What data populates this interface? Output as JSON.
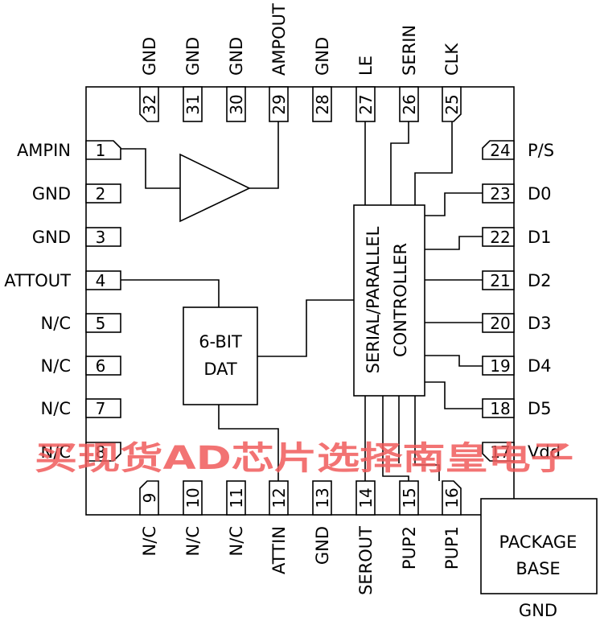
{
  "pins": {
    "left": [
      {
        "num": "1",
        "name": "AMPIN"
      },
      {
        "num": "2",
        "name": "GND"
      },
      {
        "num": "3",
        "name": "GND"
      },
      {
        "num": "4",
        "name": "ATTOUT"
      },
      {
        "num": "5",
        "name": "N/C"
      },
      {
        "num": "6",
        "name": "N/C"
      },
      {
        "num": "7",
        "name": "N/C"
      },
      {
        "num": "8",
        "name": "N/C"
      }
    ],
    "bottom": [
      {
        "num": "9",
        "name": "N/C"
      },
      {
        "num": "10",
        "name": "N/C"
      },
      {
        "num": "11",
        "name": "N/C"
      },
      {
        "num": "12",
        "name": "ATTIN"
      },
      {
        "num": "13",
        "name": "GND"
      },
      {
        "num": "14",
        "name": "SEROUT"
      },
      {
        "num": "15",
        "name": "PUP2"
      },
      {
        "num": "16",
        "name": "PUP1"
      }
    ],
    "right": [
      {
        "num": "17",
        "name": "Vdd"
      },
      {
        "num": "18",
        "name": "D5"
      },
      {
        "num": "19",
        "name": "D4"
      },
      {
        "num": "20",
        "name": "D3"
      },
      {
        "num": "21",
        "name": "D2"
      },
      {
        "num": "22",
        "name": "D1"
      },
      {
        "num": "23",
        "name": "D0"
      },
      {
        "num": "24",
        "name": "P/S"
      }
    ],
    "top": [
      {
        "num": "25",
        "name": "CLK"
      },
      {
        "num": "26",
        "name": "SERIN"
      },
      {
        "num": "27",
        "name": "LE"
      },
      {
        "num": "28",
        "name": "GND"
      },
      {
        "num": "29",
        "name": "AMPOUT"
      },
      {
        "num": "30",
        "name": "GND"
      },
      {
        "num": "31",
        "name": "GND"
      },
      {
        "num": "32",
        "name": "GND"
      }
    ]
  },
  "blocks": {
    "dat_line1": "6-BIT",
    "dat_line2": "DAT",
    "controller_line1": "SERIAL/PARALLEL",
    "controller_line2": "CONTROLLER",
    "package_line1": "PACKAGE",
    "package_line2": "BASE",
    "package_pin": "GND"
  },
  "watermark": "买现货AD芯片选择南皇电子"
}
